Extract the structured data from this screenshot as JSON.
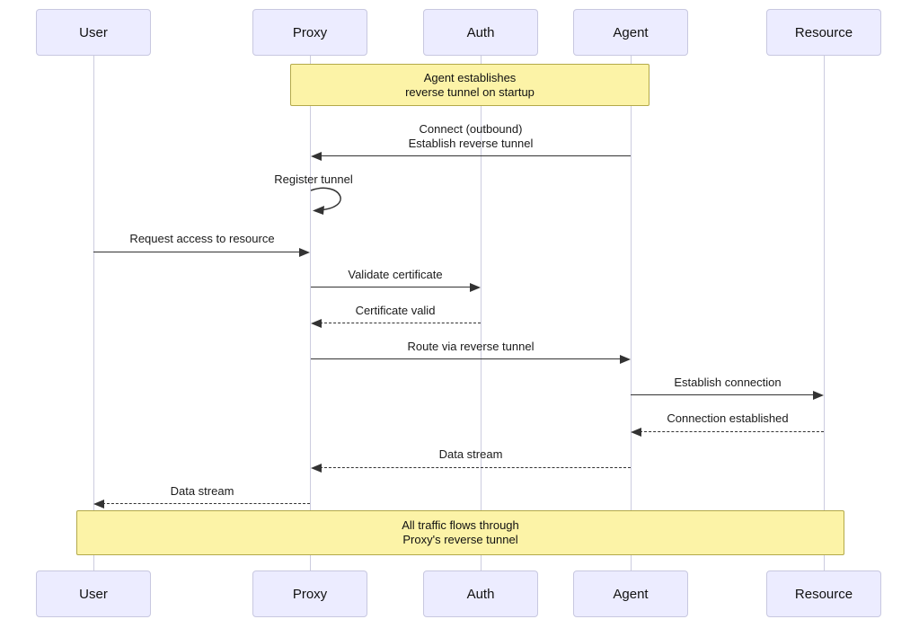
{
  "diagram": {
    "type": "sequence-diagram",
    "actors": [
      {
        "id": "user",
        "label": "User"
      },
      {
        "id": "proxy",
        "label": "Proxy"
      },
      {
        "id": "auth",
        "label": "Auth"
      },
      {
        "id": "agent",
        "label": "Agent"
      },
      {
        "id": "resource",
        "label": "Resource"
      }
    ],
    "notes": [
      {
        "over": [
          "Proxy",
          "Agent"
        ],
        "lines": [
          "Agent establishes",
          "reverse tunnel on startup"
        ]
      },
      {
        "over": [
          "User",
          "Resource"
        ],
        "lines": [
          "All traffic flows through",
          "Proxy's reverse tunnel"
        ]
      }
    ],
    "messages": [
      {
        "from": "Agent",
        "to": "Proxy",
        "style": "solid",
        "lines": [
          "Connect (outbound)",
          "Establish reverse tunnel"
        ]
      },
      {
        "from": "Proxy",
        "to": "Proxy",
        "style": "solid",
        "self": true,
        "lines": [
          "Register tunnel"
        ]
      },
      {
        "from": "User",
        "to": "Proxy",
        "style": "solid",
        "lines": [
          "Request access to resource"
        ]
      },
      {
        "from": "Proxy",
        "to": "Auth",
        "style": "solid",
        "lines": [
          "Validate certificate"
        ]
      },
      {
        "from": "Auth",
        "to": "Proxy",
        "style": "dashed",
        "lines": [
          "Certificate valid"
        ]
      },
      {
        "from": "Proxy",
        "to": "Agent",
        "style": "solid",
        "lines": [
          "Route via reverse tunnel"
        ]
      },
      {
        "from": "Agent",
        "to": "Resource",
        "style": "solid",
        "lines": [
          "Establish connection"
        ]
      },
      {
        "from": "Resource",
        "to": "Agent",
        "style": "dashed",
        "lines": [
          "Connection established"
        ]
      },
      {
        "from": "Agent",
        "to": "Proxy",
        "style": "dashed",
        "lines": [
          "Data stream"
        ]
      },
      {
        "from": "Proxy",
        "to": "User",
        "style": "dashed",
        "lines": [
          "Data stream"
        ]
      }
    ],
    "colors": {
      "background": "#ffffff",
      "actor_fill": "#ececff",
      "actor_border": "#c8c8e0",
      "lifeline": "#ccccdf",
      "note_fill": "#fcf3a7",
      "note_border": "#b3a94a",
      "arrow": "#333333",
      "text": "#1a1a1a"
    }
  }
}
